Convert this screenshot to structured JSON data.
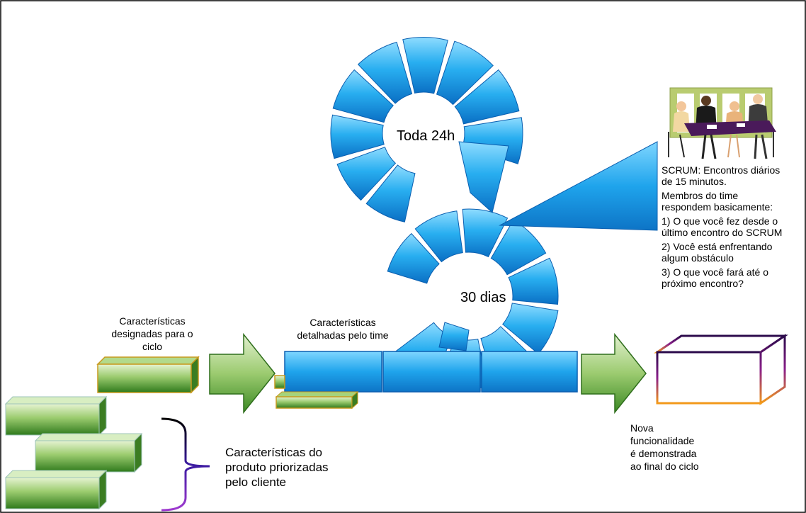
{
  "labels": {
    "daily_cycle": "Toda 24h",
    "sprint_cycle": "30 dias",
    "assigned_features": [
      "Características",
      "designadas para o",
      "ciclo"
    ],
    "detailed_features": [
      "Características",
      "detalhadas pelo time"
    ],
    "product_backlog": [
      "Características do",
      "produto priorizadas",
      "pelo cliente"
    ],
    "new_functionality": [
      "Nova",
      "funcionalidade",
      "é demonstrada",
      "ao final do ciclo"
    ]
  },
  "scrum_note": {
    "intro": [
      "SCRUM: Encontros diários",
      "de 15 minutos."
    ],
    "members": [
      "Membros do time",
      "respondem basicamente:"
    ],
    "q1": [
      "1) O que você fez desde o",
      "último encontro do SCRUM"
    ],
    "q2": [
      "2) Você está enfrentando",
      "algum obstáculo"
    ],
    "q3": [
      "3) O que você fará até o",
      "próximo encontro?"
    ]
  },
  "colors": {
    "spiral_blue": "#1e9be8",
    "box_green": "#4f8f2a",
    "box_border_gold": "#c89a1e",
    "bracket_purple": "#5b1fa0",
    "output_box_border": "#3a0a5a",
    "output_box_bottom": "#f0a020"
  },
  "icons": [
    "meeting-clipart-icon"
  ]
}
